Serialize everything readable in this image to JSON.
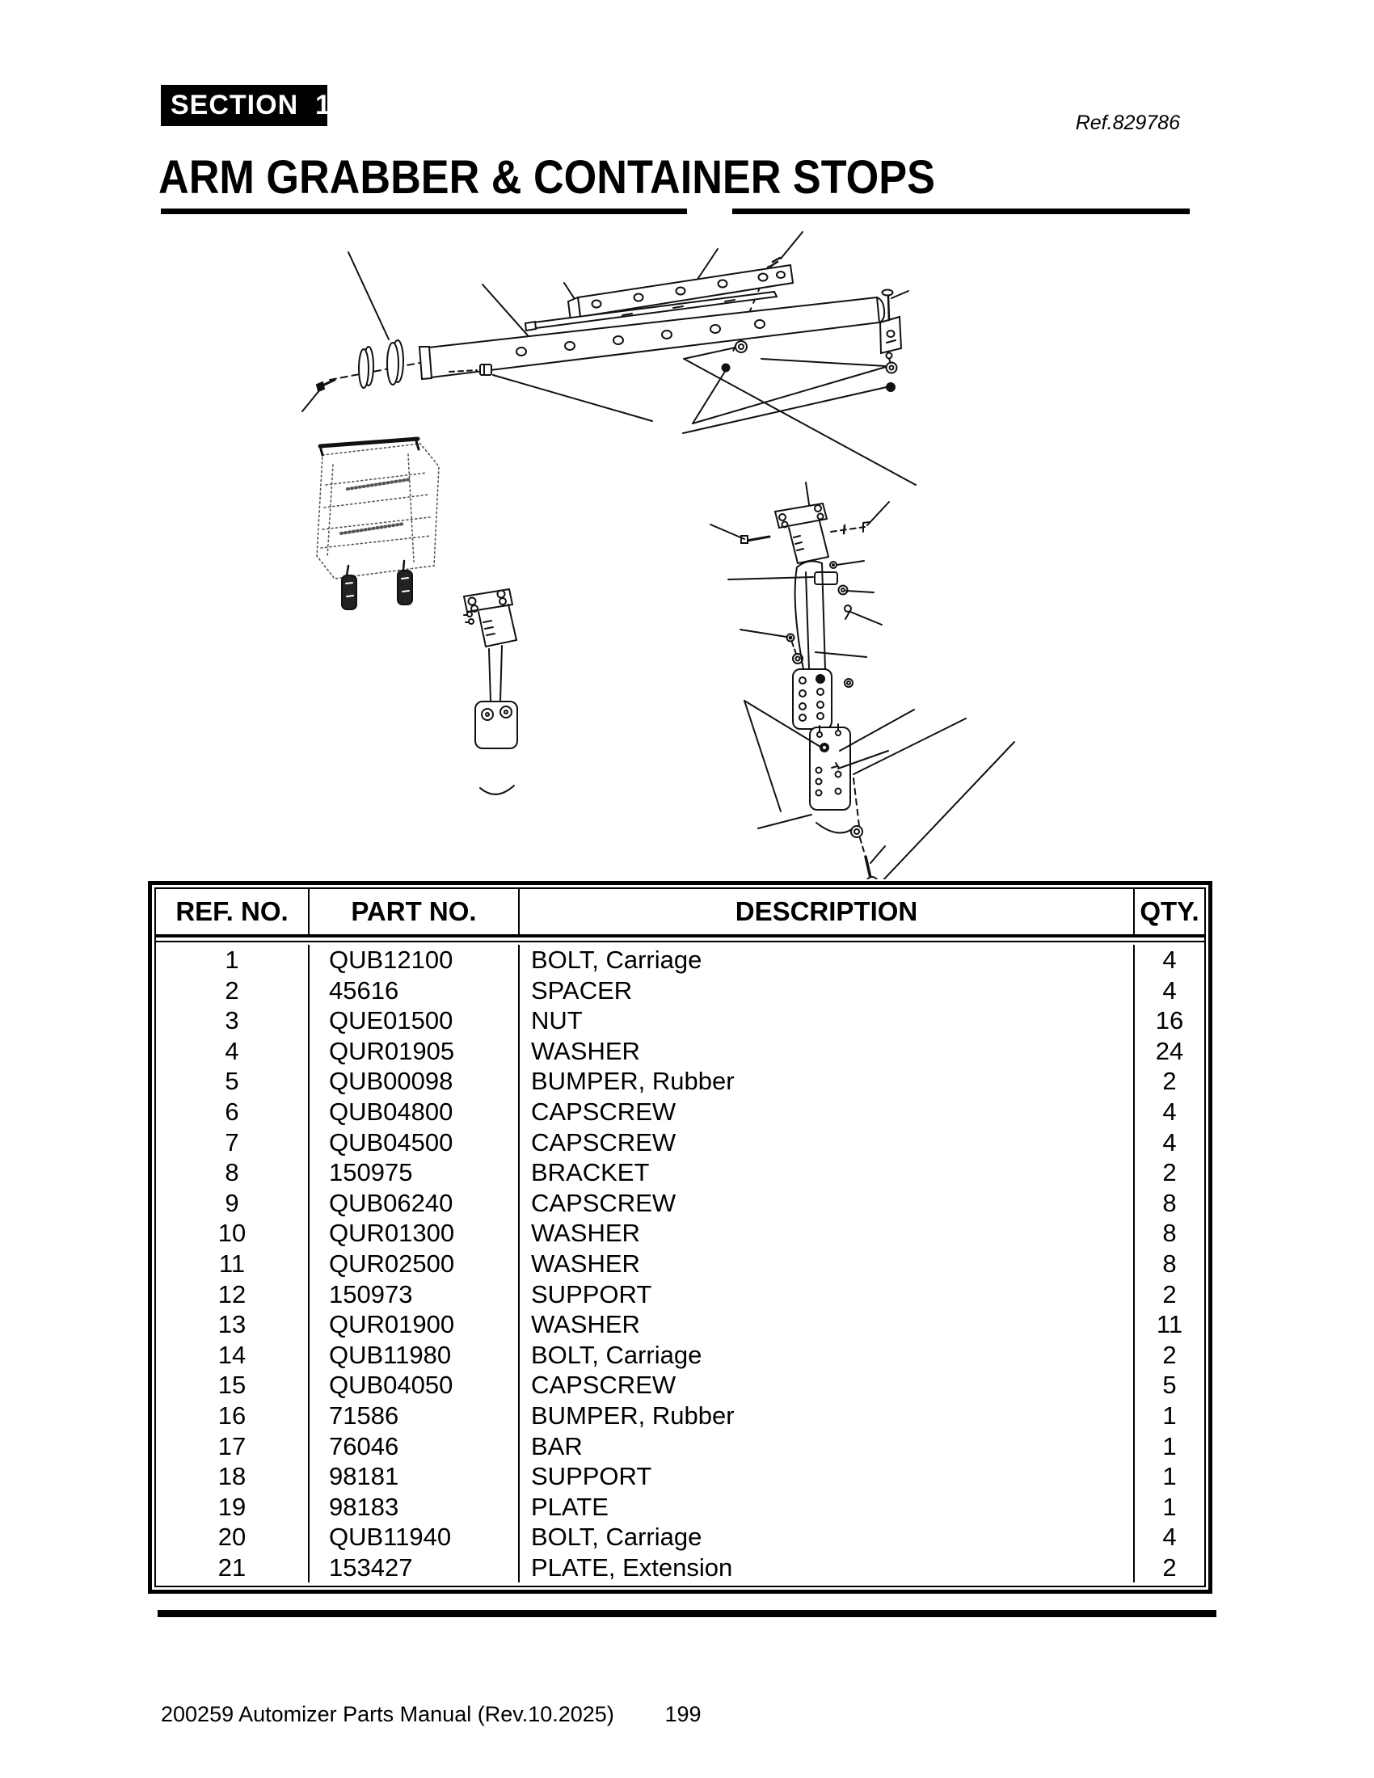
{
  "page": {
    "section_label": "SECTION  1",
    "ref_label": "Ref.829786",
    "title": "ARM GRABBER & CONTAINER STOPS",
    "footer": {
      "manual": "200259 Automizer Parts Manual (Rev.10.2025)",
      "page_number": "199"
    }
  },
  "diagram": {
    "alt": "Exploded-view line drawing of arm grabber and container stops assembly with ghosted refuse container, bars, brackets, plates and fasteners connected by leader lines"
  },
  "parts_table": {
    "headers": [
      "REF. NO.",
      "PART NO.",
      "DESCRIPTION",
      "QTY."
    ],
    "rows": [
      {
        "ref": "1",
        "part": "QUB12100",
        "desc": "BOLT, Carriage",
        "qty": "4"
      },
      {
        "ref": "2",
        "part": "45616",
        "desc": "SPACER",
        "qty": "4"
      },
      {
        "ref": "3",
        "part": "QUE01500",
        "desc": "NUT",
        "qty": "16"
      },
      {
        "ref": "4",
        "part": "QUR01905",
        "desc": "WASHER",
        "qty": "24"
      },
      {
        "ref": "5",
        "part": "QUB00098",
        "desc": "BUMPER, Rubber",
        "qty": "2"
      },
      {
        "ref": "6",
        "part": "QUB04800",
        "desc": "CAPSCREW",
        "qty": "4"
      },
      {
        "ref": "7",
        "part": "QUB04500",
        "desc": "CAPSCREW",
        "qty": "4"
      },
      {
        "ref": "8",
        "part": "150975",
        "desc": "BRACKET",
        "qty": "2"
      },
      {
        "ref": "9",
        "part": "QUB06240",
        "desc": "CAPSCREW",
        "qty": "8"
      },
      {
        "ref": "10",
        "part": "QUR01300",
        "desc": "WASHER",
        "qty": "8"
      },
      {
        "ref": "11",
        "part": "QUR02500",
        "desc": "WASHER",
        "qty": "8"
      },
      {
        "ref": "12",
        "part": "150973",
        "desc": "SUPPORT",
        "qty": "2"
      },
      {
        "ref": "13",
        "part": "QUR01900",
        "desc": "WASHER",
        "qty": "11"
      },
      {
        "ref": "14",
        "part": "QUB11980",
        "desc": "BOLT, Carriage",
        "qty": "2"
      },
      {
        "ref": "15",
        "part": "QUB04050",
        "desc": "CAPSCREW",
        "qty": "5"
      },
      {
        "ref": "16",
        "part": "71586",
        "desc": "BUMPER, Rubber",
        "qty": "1"
      },
      {
        "ref": "17",
        "part": "76046",
        "desc": "BAR",
        "qty": "1"
      },
      {
        "ref": "18",
        "part": "98181",
        "desc": "SUPPORT",
        "qty": "1"
      },
      {
        "ref": "19",
        "part": "98183",
        "desc": "PLATE",
        "qty": "1"
      },
      {
        "ref": "20",
        "part": "QUB11940",
        "desc": "BOLT, Carriage",
        "qty": "4"
      },
      {
        "ref": "21",
        "part": "153427",
        "desc": "PLATE, Extension",
        "qty": "2"
      }
    ]
  }
}
